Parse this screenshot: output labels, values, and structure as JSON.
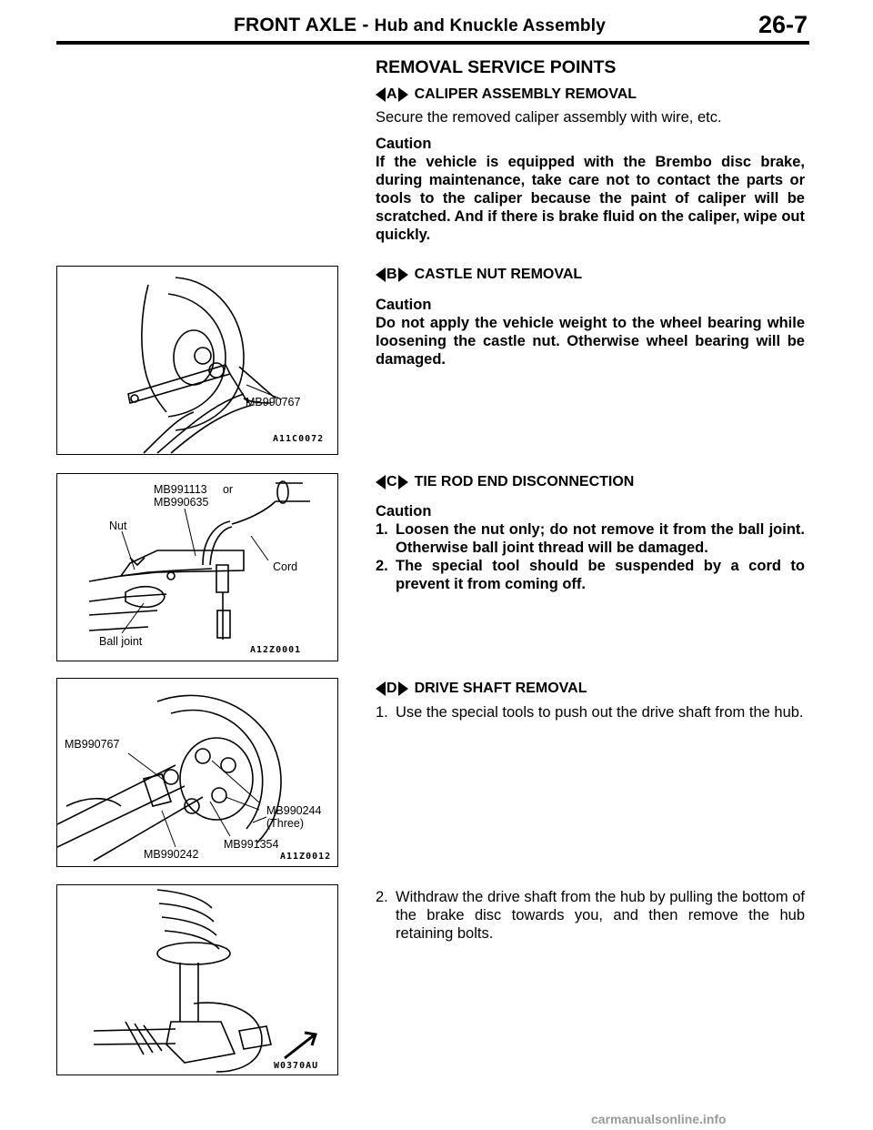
{
  "header": {
    "title_main": "FRONT AXLE - ",
    "title_sub": "Hub and Knuckle Assembly",
    "page": "26-7"
  },
  "heading": "REMOVAL SERVICE POINTS",
  "sections": {
    "a": {
      "letter": "A",
      "title": "CALIPER ASSEMBLY REMOVAL",
      "body": "Secure the removed caliper assembly with wire, etc.",
      "caution_label": "Caution",
      "caution": "If the vehicle is equipped with the Brembo disc brake, during maintenance, take care not to contact the parts or tools to the caliper because the paint of caliper will be scratched. And if there is brake fluid on the caliper, wipe out quickly."
    },
    "b": {
      "letter": "B",
      "title": "CASTLE NUT REMOVAL",
      "caution_label": "Caution",
      "caution": "Do not apply the vehicle weight to the wheel bearing while loosening the castle nut. Otherwise wheel bearing will be damaged."
    },
    "c": {
      "letter": "C",
      "title": "TIE ROD END DISCONNECTION",
      "caution_label": "Caution",
      "items": [
        {
          "num": "1.",
          "text": "Loosen the nut only; do not remove it from the ball joint. Otherwise ball joint thread will be damaged."
        },
        {
          "num": "2.",
          "text": "The special tool should be suspended by a cord to prevent it from coming off."
        }
      ]
    },
    "d": {
      "letter": "D",
      "title": "DRIVE SHAFT REMOVAL",
      "items": [
        {
          "num": "1.",
          "text": "Use the special tools to push out the drive shaft from the hub."
        }
      ]
    },
    "e": {
      "items": [
        {
          "num": "2.",
          "text": "Withdraw the drive shaft from the hub by pulling the bottom of the brake disc towards you, and then remove the hub retaining bolts."
        }
      ]
    }
  },
  "figures": {
    "fig1": {
      "label": "MB990767",
      "code": "A11C0072"
    },
    "fig2": {
      "label_tool": "MB991113     or\nMB990635",
      "label_nut": "Nut",
      "label_cord": "Cord",
      "label_ball": "Ball joint",
      "code": "A12Z0001"
    },
    "fig3": {
      "label_a": "MB990767",
      "label_b": "MB990244\n(Three)",
      "label_c": "MB991354",
      "label_d": "MB990242",
      "code": "A11Z0012"
    },
    "fig4": {
      "code": "W0370AU"
    }
  },
  "footer": "carmanualsonline.info"
}
